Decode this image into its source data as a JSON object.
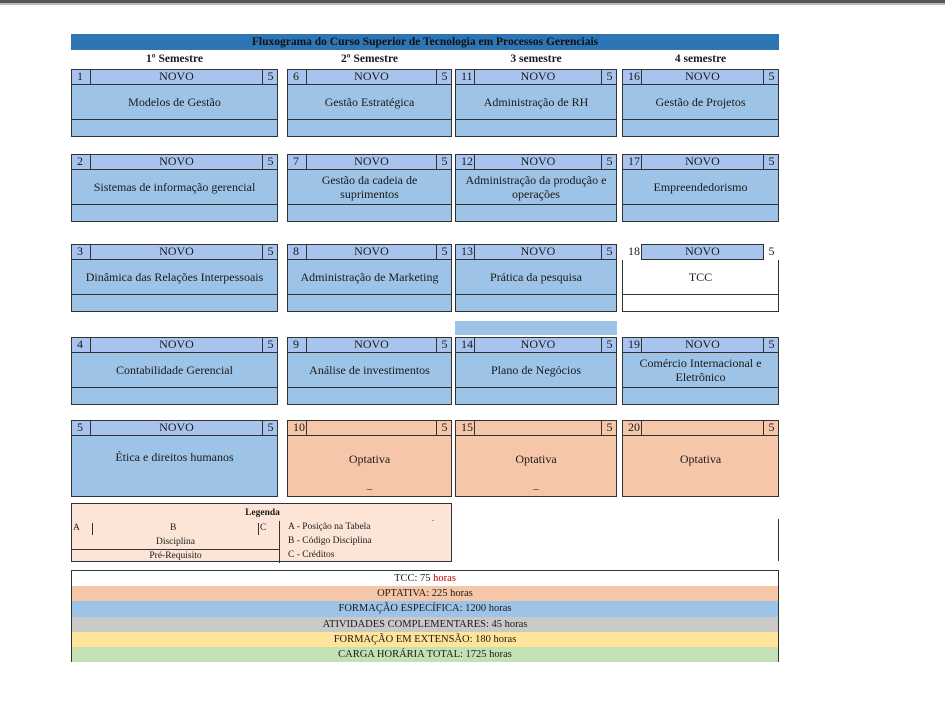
{
  "title": "Fluxograma do Curso Superior de Tecnologia em Processos Gerenciais",
  "semesters": [
    "1º Semestre",
    "2º Semestre",
    "3 semestre",
    "4 semestre"
  ],
  "rows": [
    [
      {
        "pos": "1",
        "tag": "NOVO",
        "cred": "5",
        "name": "Modelos de Gestão"
      },
      {
        "pos": "6",
        "tag": "NOVO",
        "cred": "5",
        "name": "Gestão Estratégica"
      },
      {
        "pos": "11",
        "tag": "NOVO",
        "cred": "5",
        "name": "Administração de RH"
      },
      {
        "pos": "16",
        "tag": "NOVO",
        "cred": "5",
        "name": "Gestão de Projetos"
      }
    ],
    [
      {
        "pos": "2",
        "tag": "NOVO",
        "cred": "5",
        "name": "Sistemas de informação gerencial"
      },
      {
        "pos": "7",
        "tag": "NOVO",
        "cred": "5",
        "name": "Gestão da cadeia de suprimentos"
      },
      {
        "pos": "12",
        "tag": "NOVO",
        "cred": "5",
        "name": "Administração da produção e operações"
      },
      {
        "pos": "17",
        "tag": "NOVO",
        "cred": "5",
        "name": "Empreendedorismo"
      }
    ],
    [
      {
        "pos": "3",
        "tag": "NOVO",
        "cred": "5",
        "name": "Dinâmica das Relações Interpessoais"
      },
      {
        "pos": "8",
        "tag": "NOVO",
        "cred": "5",
        "name": "Administração de Marketing"
      },
      {
        "pos": "13",
        "tag": "NOVO",
        "cred": "5",
        "name": "Prática da pesquisa"
      },
      {
        "pos": "18",
        "tag": "NOVO",
        "cred": "5",
        "name": "TCC"
      }
    ],
    [
      {
        "pos": "4",
        "tag": "NOVO",
        "cred": "5",
        "name": "Contabilidade Gerencial"
      },
      {
        "pos": "9",
        "tag": "NOVO",
        "cred": "5",
        "name": "Análise de investimentos"
      },
      {
        "pos": "14",
        "tag": "NOVO",
        "cred": "5",
        "name": "Plano de Negócios"
      },
      {
        "pos": "19",
        "tag": "NOVO",
        "cred": "5",
        "name": "Comércio Internacional e Eletrônico"
      }
    ],
    [
      {
        "pos": "5",
        "tag": "NOVO",
        "cred": "5",
        "name": "Ética e direitos humanos"
      },
      {
        "pos": "10",
        "tag": "",
        "cred": "5",
        "name": "Optativa",
        "extra": "_"
      },
      {
        "pos": "15",
        "tag": "",
        "cred": "5",
        "name": "Optativa",
        "extra": "_"
      },
      {
        "pos": "20",
        "tag": "",
        "cred": "5",
        "name": "Optativa"
      }
    ]
  ],
  "legend": {
    "title": "Legenda",
    "a": "A",
    "b": "B",
    "c": "C",
    "disciplina": "Disciplina",
    "prereq": "Pré-Requisito",
    "items": [
      "A - Posição na Tabela",
      "B - Código Disciplina",
      "C - Créditos"
    ],
    "dot": "."
  },
  "summary": [
    {
      "label": "TCC: 75 ",
      "red": "horas",
      "color": "#ffffff"
    },
    {
      "label": "OPTATIVA:  225 horas",
      "red": "",
      "color": "#f6c6a8"
    },
    {
      "label": "FORMAÇÃO ESPECÍFICA:  1200 horas",
      "red": "",
      "color": "#9dc3e6"
    },
    {
      "label": "ATIVIDADES COMPLEMENTARES: 45 horas",
      "red": "",
      "color": "#c9c9c9"
    },
    {
      "label": "FORMAÇÃO EM EXTENSÃO:  180 horas",
      "red": "",
      "color": "#ffe599"
    },
    {
      "label": "CARGA HORÁRIA TOTAL:  1725 horas",
      "red": "",
      "color": "#c5e0b3"
    }
  ]
}
